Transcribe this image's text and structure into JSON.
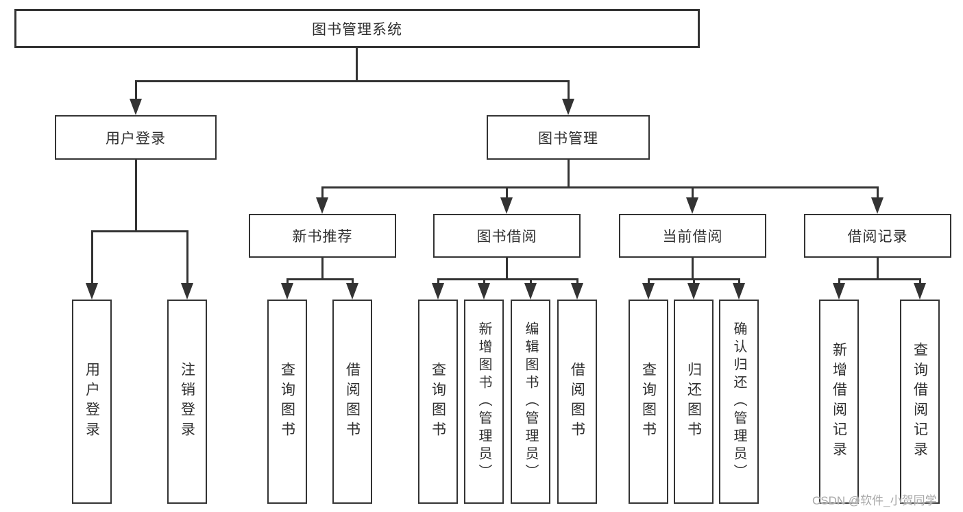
{
  "diagram_type": "hierarchy",
  "colors": {
    "line": "#333333",
    "box_fill": "#ffffff",
    "text": "#2f2f2f",
    "watermark": "#a8a8a8"
  },
  "tree": {
    "label": "图书管理系统",
    "children": [
      {
        "label": "用户登录",
        "children": [
          {
            "label": "用户登录"
          },
          {
            "label": "注销登录"
          }
        ]
      },
      {
        "label": "图书管理",
        "children": [
          {
            "label": "新书推荐",
            "children": [
              {
                "label": "查询图书"
              },
              {
                "label": "借阅图书"
              }
            ]
          },
          {
            "label": "图书借阅",
            "children": [
              {
                "label": "查询图书"
              },
              {
                "label": "新增图书（管理员）"
              },
              {
                "label": "编辑图书（管理员）"
              },
              {
                "label": "借阅图书"
              }
            ]
          },
          {
            "label": "当前借阅",
            "children": [
              {
                "label": "查询图书"
              },
              {
                "label": "归还图书"
              },
              {
                "label": "确认归还（管理员）"
              }
            ]
          },
          {
            "label": "借阅记录",
            "children": [
              {
                "label": "新增借阅记录"
              },
              {
                "label": "查询借阅记录"
              }
            ]
          }
        ]
      }
    ]
  },
  "watermark": "CSDN @软件_小贺同学"
}
